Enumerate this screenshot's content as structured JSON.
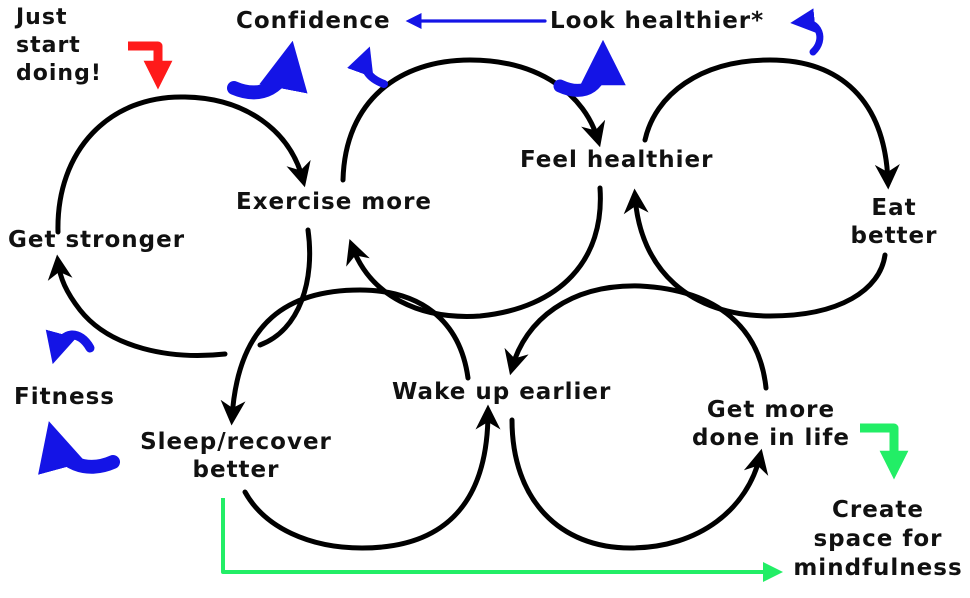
{
  "colors": {
    "stroke": "#000000",
    "text": "#111111",
    "blue": "#1414e6",
    "red": "#ff1a1a",
    "green": "#22ee66"
  },
  "labels": {
    "just_start": [
      "Just",
      "start",
      "doing!"
    ],
    "confidence": "Confidence",
    "look_healthier": "Look healthier*",
    "feel_healthier": "Feel healthier",
    "exercise_more": "Exercise more",
    "get_stronger": "Get stronger",
    "eat_better": [
      "Eat",
      "better"
    ],
    "fitness": "Fitness",
    "wake_up_earlier": "Wake up earlier",
    "sleep_recover_better": [
      "Sleep/recover",
      "better"
    ],
    "get_more_done": [
      "Get more",
      "done in life"
    ],
    "create_space": [
      "Create",
      "space for",
      "mindfulness"
    ]
  }
}
